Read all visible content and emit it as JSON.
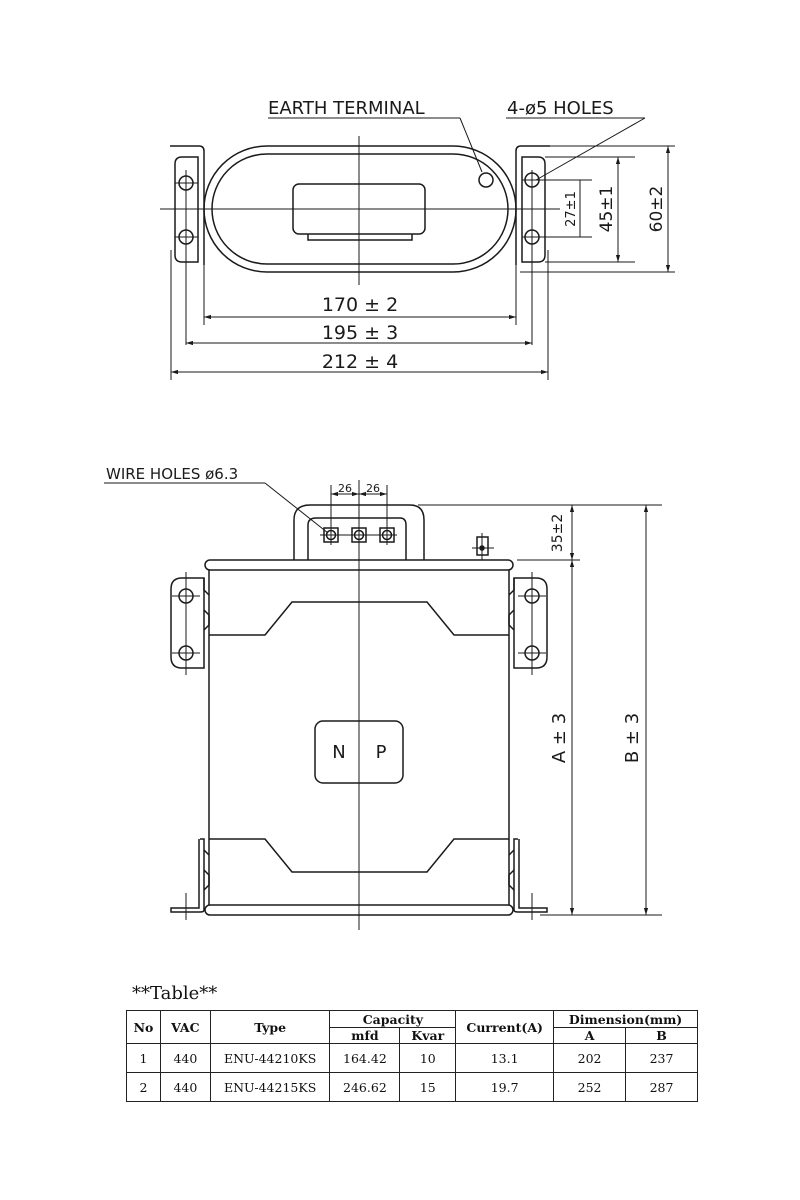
{
  "top_view": {
    "earth_terminal_label": "EARTH TERMINAL",
    "holes_label": "4-ø5 HOLES",
    "dim_170": "170 ± 2",
    "dim_195": "195 ± 3",
    "dim_212": "212 ± 4",
    "dim_27": "27±1",
    "dim_45": "45±1",
    "dim_60": "60±2"
  },
  "front_view": {
    "wire_holes_label": "WIRE HOLES ø6.3",
    "pitch_left": "26",
    "pitch_right": "26",
    "dim_35": "35±2",
    "dim_a": "A ± 3",
    "dim_b": "B ± 3",
    "polarity_n": "N",
    "polarity_p": "P"
  },
  "table": {
    "title": "**Table**",
    "headers": {
      "no": "No",
      "vac": "VAC",
      "type": "Type",
      "capacity": "Capacity",
      "mfd": "mfd",
      "kvar": "Kvar",
      "current": "Current(A)",
      "dimension": "Dimension(mm)",
      "a": "A",
      "b": "B"
    },
    "rows": [
      {
        "no": "1",
        "vac": "440",
        "type": "ENU-44210KS",
        "mfd": "164.42",
        "kvar": "10",
        "current": "13.1",
        "a": "202",
        "b": "237"
      },
      {
        "no": "2",
        "vac": "440",
        "type": "ENU-44215KS",
        "mfd": "246.62",
        "kvar": "15",
        "current": "19.7",
        "a": "252",
        "b": "287"
      }
    ]
  }
}
